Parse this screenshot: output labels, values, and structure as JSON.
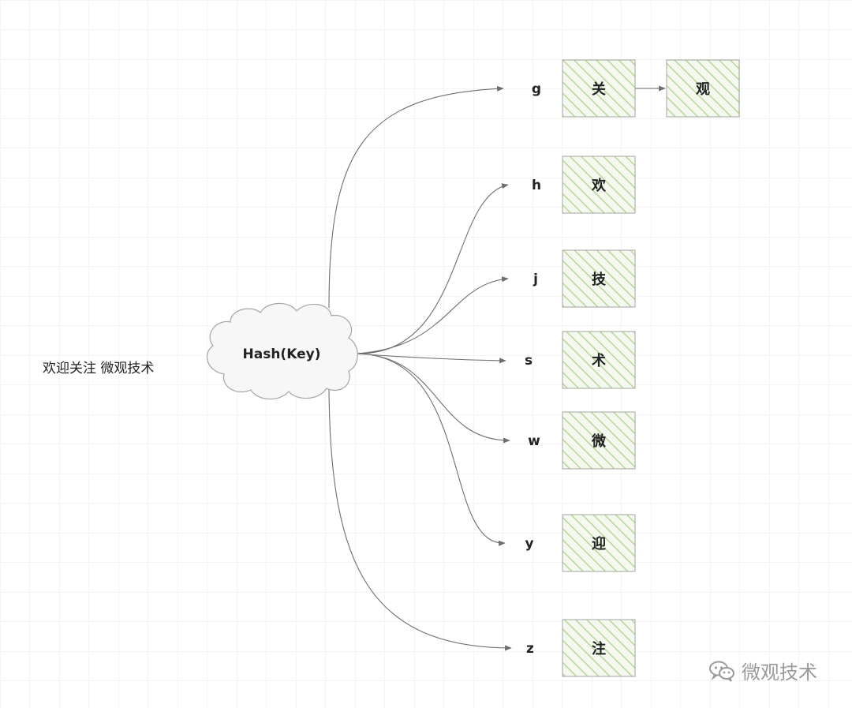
{
  "diagram": {
    "hash_label": "Hash(Key)",
    "side_note": "欢迎关注 微观技术",
    "buckets": [
      {
        "key": "g",
        "values": [
          "关",
          "观"
        ]
      },
      {
        "key": "h",
        "values": [
          "欢"
        ]
      },
      {
        "key": "j",
        "values": [
          "技"
        ]
      },
      {
        "key": "s",
        "values": [
          "术"
        ]
      },
      {
        "key": "w",
        "values": [
          "微"
        ]
      },
      {
        "key": "y",
        "values": [
          "迎"
        ]
      },
      {
        "key": "z",
        "values": [
          "注"
        ]
      }
    ]
  },
  "watermark": {
    "text": "微观技术",
    "icon": "wechat-icon"
  },
  "colors": {
    "grid": "#e6e6e6",
    "box_fill": "#f4f8ee",
    "box_hatch": "#b7d79a",
    "box_border": "#a5a5a5",
    "edge": "#6e6e6e",
    "text": "#222222",
    "watermark": "#9a9a9a"
  }
}
